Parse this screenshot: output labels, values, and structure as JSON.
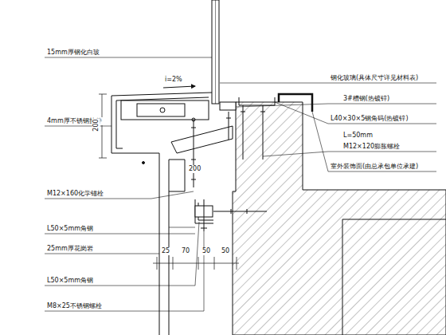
{
  "diagram": {
    "labels": [
      "15mm厚钢化白玻",
      "i=2%",
      "4mm厚不锈钢挂件",
      "200",
      "M12×160化学锚栓",
      "L50×5mm角钢",
      "25mm厚花岗岩",
      "L50×5mm角钢",
      "M8×25不锈钢螺栓",
      "25",
      "70",
      "50",
      "50",
      "钢化玻璃(具体尺寸详见材料表)",
      "3#槽钢(热镀锌)",
      "L40×30×5钢角码(热镀锌)",
      "L=50mm",
      "M12×120膨胀螺栓",
      "室外装饰面(由总承包单位承建)",
      "200"
    ]
  }
}
